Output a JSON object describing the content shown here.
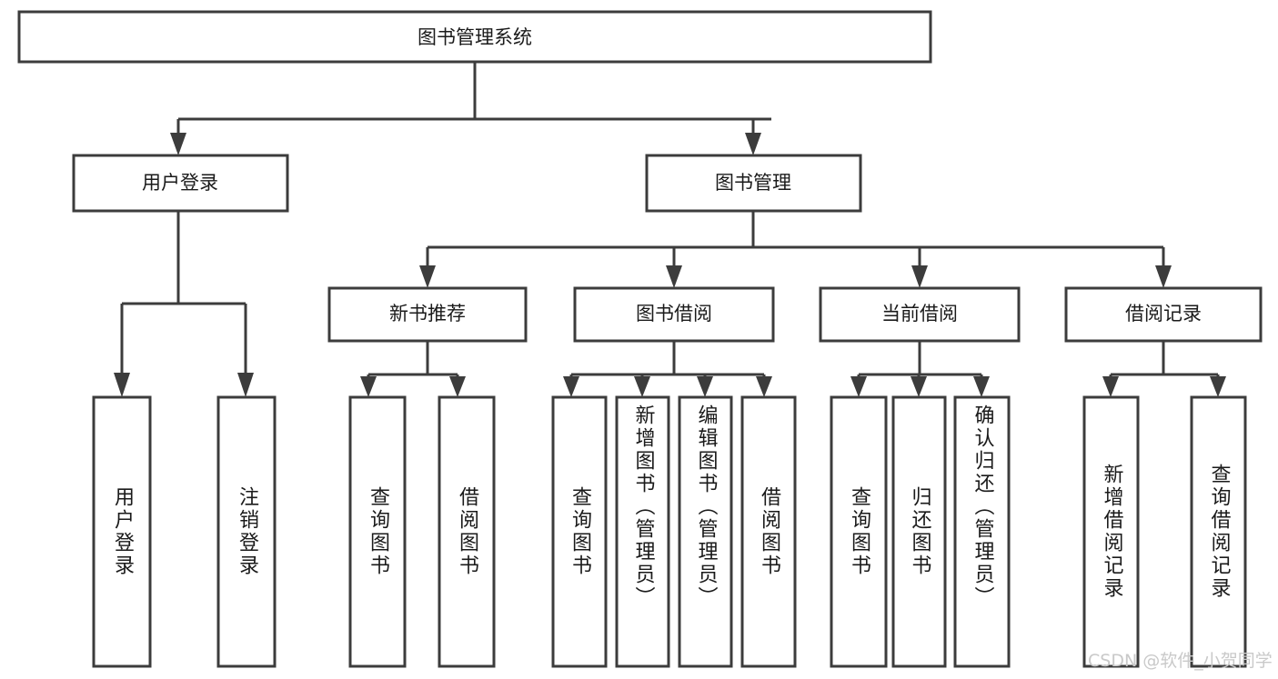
{
  "diagram": {
    "type": "tree",
    "title": "图书管理系统",
    "root": {
      "id": "root",
      "label": "图书管理系统",
      "orientation": "horizontal"
    },
    "level2": [
      {
        "id": "user-login",
        "label": "用户登录",
        "orientation": "horizontal"
      },
      {
        "id": "book-management",
        "label": "图书管理",
        "orientation": "horizontal"
      }
    ],
    "level3": [
      {
        "id": "new-book-recommend",
        "label": "新书推荐",
        "orientation": "horizontal",
        "parent": "book-management"
      },
      {
        "id": "book-borrow",
        "label": "图书借阅",
        "orientation": "horizontal",
        "parent": "book-management"
      },
      {
        "id": "current-borrow",
        "label": "当前借阅",
        "orientation": "horizontal",
        "parent": "book-management"
      },
      {
        "id": "borrow-record",
        "label": "借阅记录",
        "orientation": "horizontal",
        "parent": "book-management"
      }
    ],
    "leaves": [
      {
        "id": "leaf-user-login",
        "label": "用户登录",
        "parent": "user-login",
        "orientation": "vertical"
      },
      {
        "id": "leaf-logout",
        "label": "注销登录",
        "parent": "user-login",
        "orientation": "vertical"
      },
      {
        "id": "leaf-query-book-rec",
        "label": "查询图书",
        "parent": "new-book-recommend",
        "orientation": "vertical"
      },
      {
        "id": "leaf-borrow-book-rec",
        "label": "借阅图书",
        "parent": "new-book-recommend",
        "orientation": "vertical"
      },
      {
        "id": "leaf-query-book-borrow",
        "label": "查询图书",
        "parent": "book-borrow",
        "orientation": "vertical"
      },
      {
        "id": "leaf-add-book",
        "label": "新增图书（管理员）",
        "parent": "book-borrow",
        "orientation": "vertical"
      },
      {
        "id": "leaf-edit-book",
        "label": "编辑图书（管理员）",
        "parent": "book-borrow",
        "orientation": "vertical"
      },
      {
        "id": "leaf-borrow-book",
        "label": "借阅图书",
        "parent": "book-borrow",
        "orientation": "vertical"
      },
      {
        "id": "leaf-query-book-current",
        "label": "查询图书",
        "parent": "current-borrow",
        "orientation": "vertical"
      },
      {
        "id": "leaf-return-book",
        "label": "归还图书",
        "parent": "current-borrow",
        "orientation": "vertical"
      },
      {
        "id": "leaf-confirm-return",
        "label": "确认归还（管理员）",
        "parent": "current-borrow",
        "orientation": "vertical"
      },
      {
        "id": "leaf-add-record",
        "label": "新增借阅记录",
        "parent": "borrow-record",
        "orientation": "vertical"
      },
      {
        "id": "leaf-query-record",
        "label": "查询借阅记录",
        "parent": "borrow-record",
        "orientation": "vertical"
      }
    ],
    "watermark": "CSDN @软件_小贺同学",
    "colors": {
      "stroke": "#3c3c3c",
      "box_fill": "#ffffff",
      "text": "#1a1a1a",
      "background": "#ffffff",
      "watermark": "#c9c9c9"
    }
  }
}
